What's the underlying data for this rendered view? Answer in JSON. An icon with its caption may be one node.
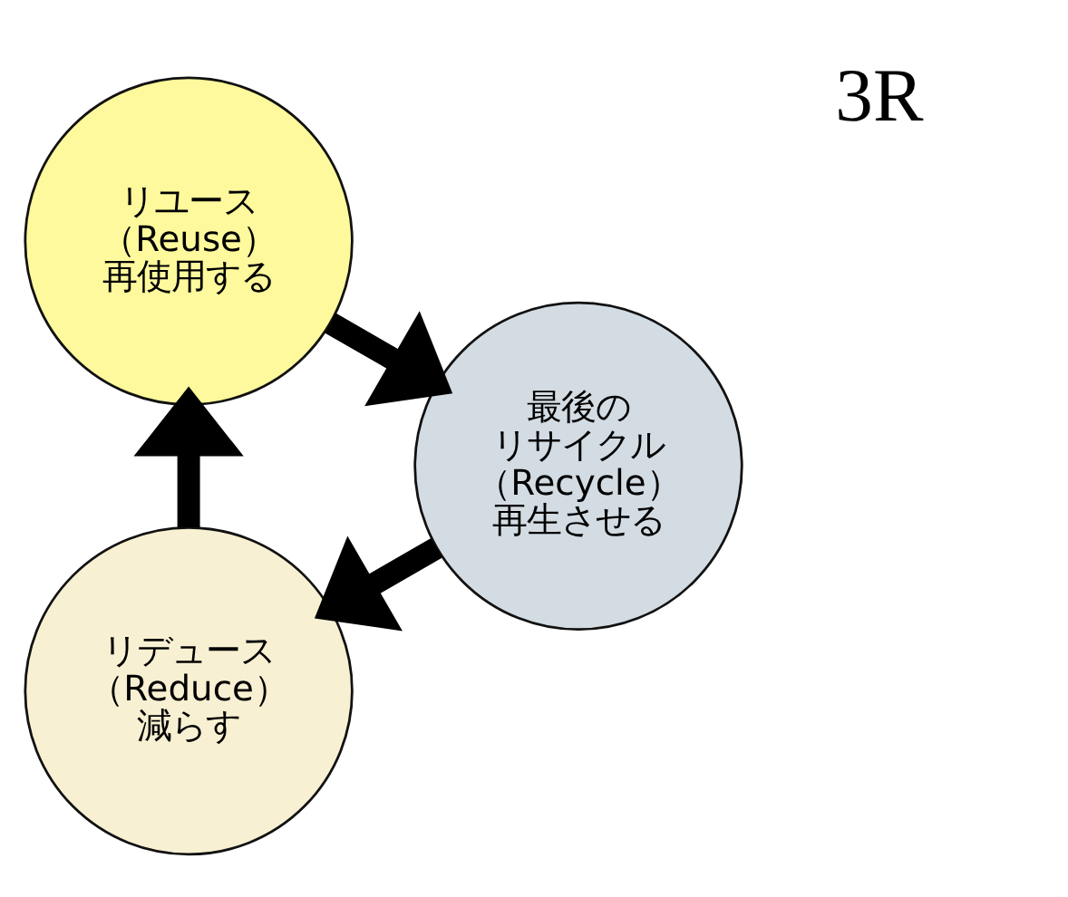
{
  "diagram": {
    "nodes": [
      {
        "text": [
          "リデュース",
          "（Reduce）",
          "減らす"
        ]
      },
      {
        "text": [
          "リユース",
          "（Reuse）",
          "再使用する"
        ]
      },
      {
        "text": [
          "最後の",
          "リサイクル",
          "（Recycle）",
          "再生させる"
        ]
      }
    ],
    "edges": [
      {
        "from": 0,
        "to": 1,
        "arrow": "to"
      },
      {
        "from": 1,
        "to": 2,
        "arrow": "to"
      },
      {
        "from": 2,
        "to": 0,
        "arrow": "to"
      }
    ],
    "labels": [
      "3R"
    ]
  }
}
